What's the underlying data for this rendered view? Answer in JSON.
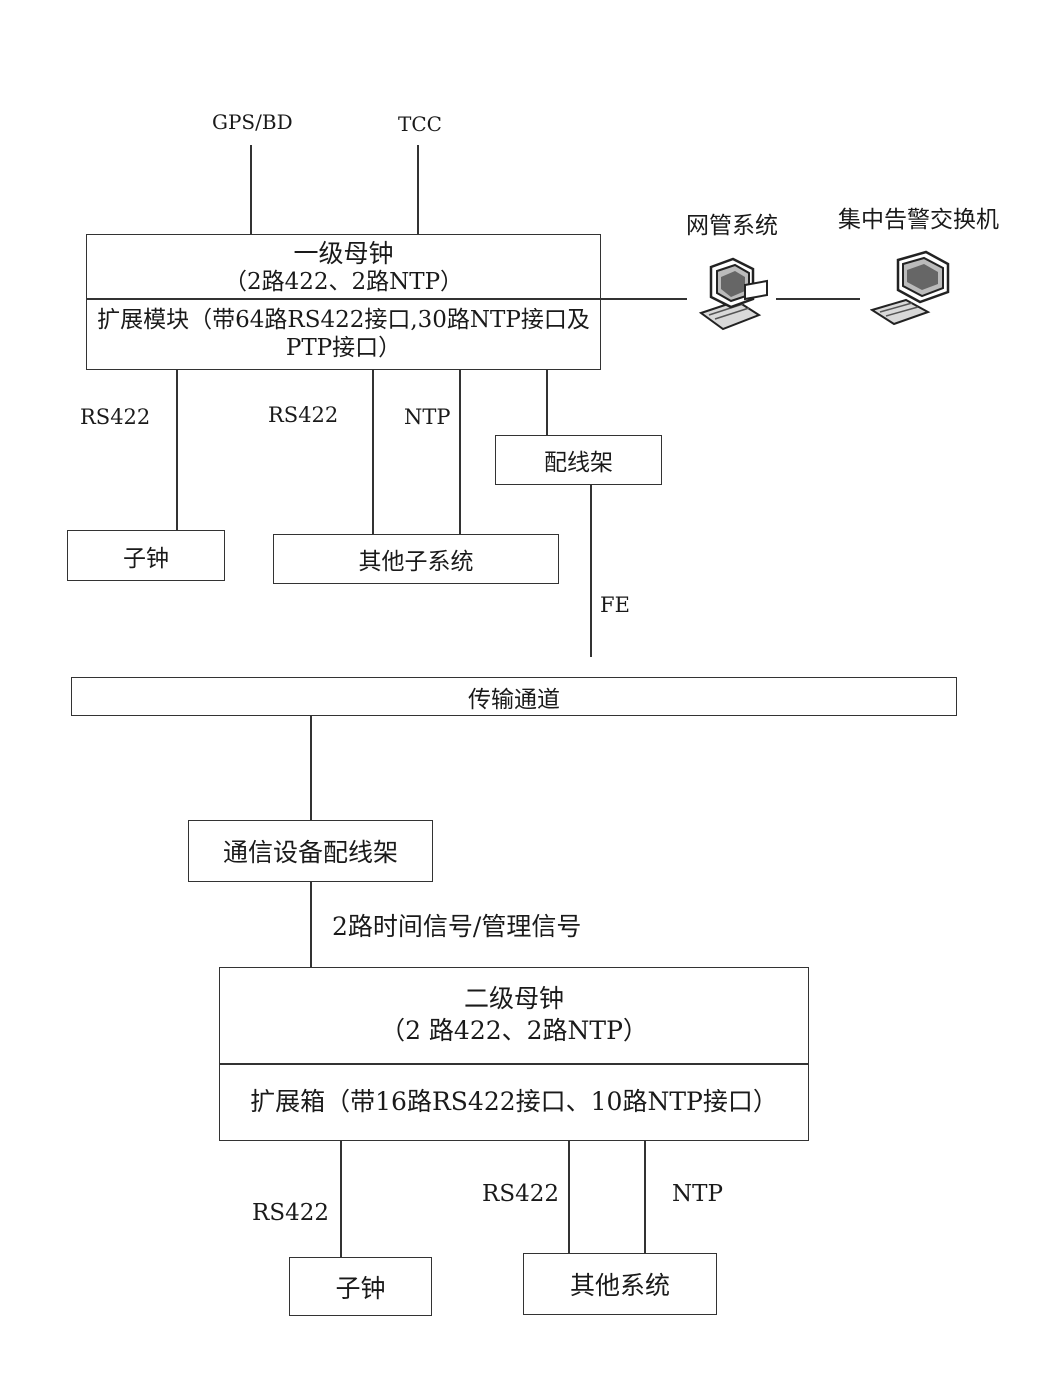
{
  "top_inputs": {
    "gps": "GPS/BD",
    "tcc": "TCC"
  },
  "primary_clock": {
    "title": "一级母钟",
    "sub": "（2路422、2路NTP）",
    "ext_line1": "扩展模块（带64路RS422接口,30路NTP接口及",
    "ext_line2": "PTP接口）"
  },
  "management": {
    "nms_label": "网管系统",
    "alarm_label": "集中告警交换机",
    "nms_icon": "computer-icon",
    "alarm_icon": "computer-icon"
  },
  "top_links": {
    "rs422_a": "RS422",
    "rs422_b": "RS422",
    "ntp": "NTP",
    "fe": "FE"
  },
  "top_boxes": {
    "odf": "配线架",
    "sub_clock": "子钟",
    "other_sub": "其他子系统"
  },
  "transport": {
    "label": "传输通道"
  },
  "comm_odf": {
    "label": "通信设备配线架"
  },
  "signal_label": "2路时间信号/管理信号",
  "secondary_clock": {
    "title": "二级母钟",
    "sub": "（2 路422、2路NTP）",
    "ext": "扩展箱（带16路RS422接口、10路NTP接口）"
  },
  "bottom_links": {
    "rs422_a": "RS422",
    "rs422_b": "RS422",
    "ntp": "NTP"
  },
  "bottom_boxes": {
    "sub_clock": "子钟",
    "other": "其他系统"
  }
}
